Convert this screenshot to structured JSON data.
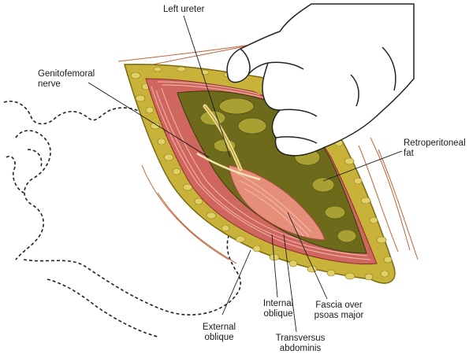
{
  "labels": {
    "left_ureter": "Left ureter",
    "genitofemoral_1": "Genitofemoral",
    "genitofemoral_2": "nerve",
    "retroperitoneal_1": "Retroperitoneal",
    "retroperitoneal_2": "fat",
    "internal_oblique_1": "Internal",
    "internal_oblique_2": "oblique",
    "fascia_psoas_1": "Fascia over",
    "fascia_psoas_2": "psoas major",
    "external_oblique_1": "External",
    "external_oblique_2": "oblique",
    "transversus_1": "Transversus",
    "transversus_2": "abdominis"
  },
  "colors": {
    "fat_yellow": "#c9b23a",
    "fat_dark": "#7a6a12",
    "retroperitoneal_olive": "#6e6a1c",
    "muscle_red": "#d0675e",
    "muscle_pink": "#e9a6a0",
    "psoas_salmon": "#e58f7a",
    "skin_line": "#c0643a",
    "hand_outline": "#222222",
    "leader_line": "#1a1a1a"
  }
}
